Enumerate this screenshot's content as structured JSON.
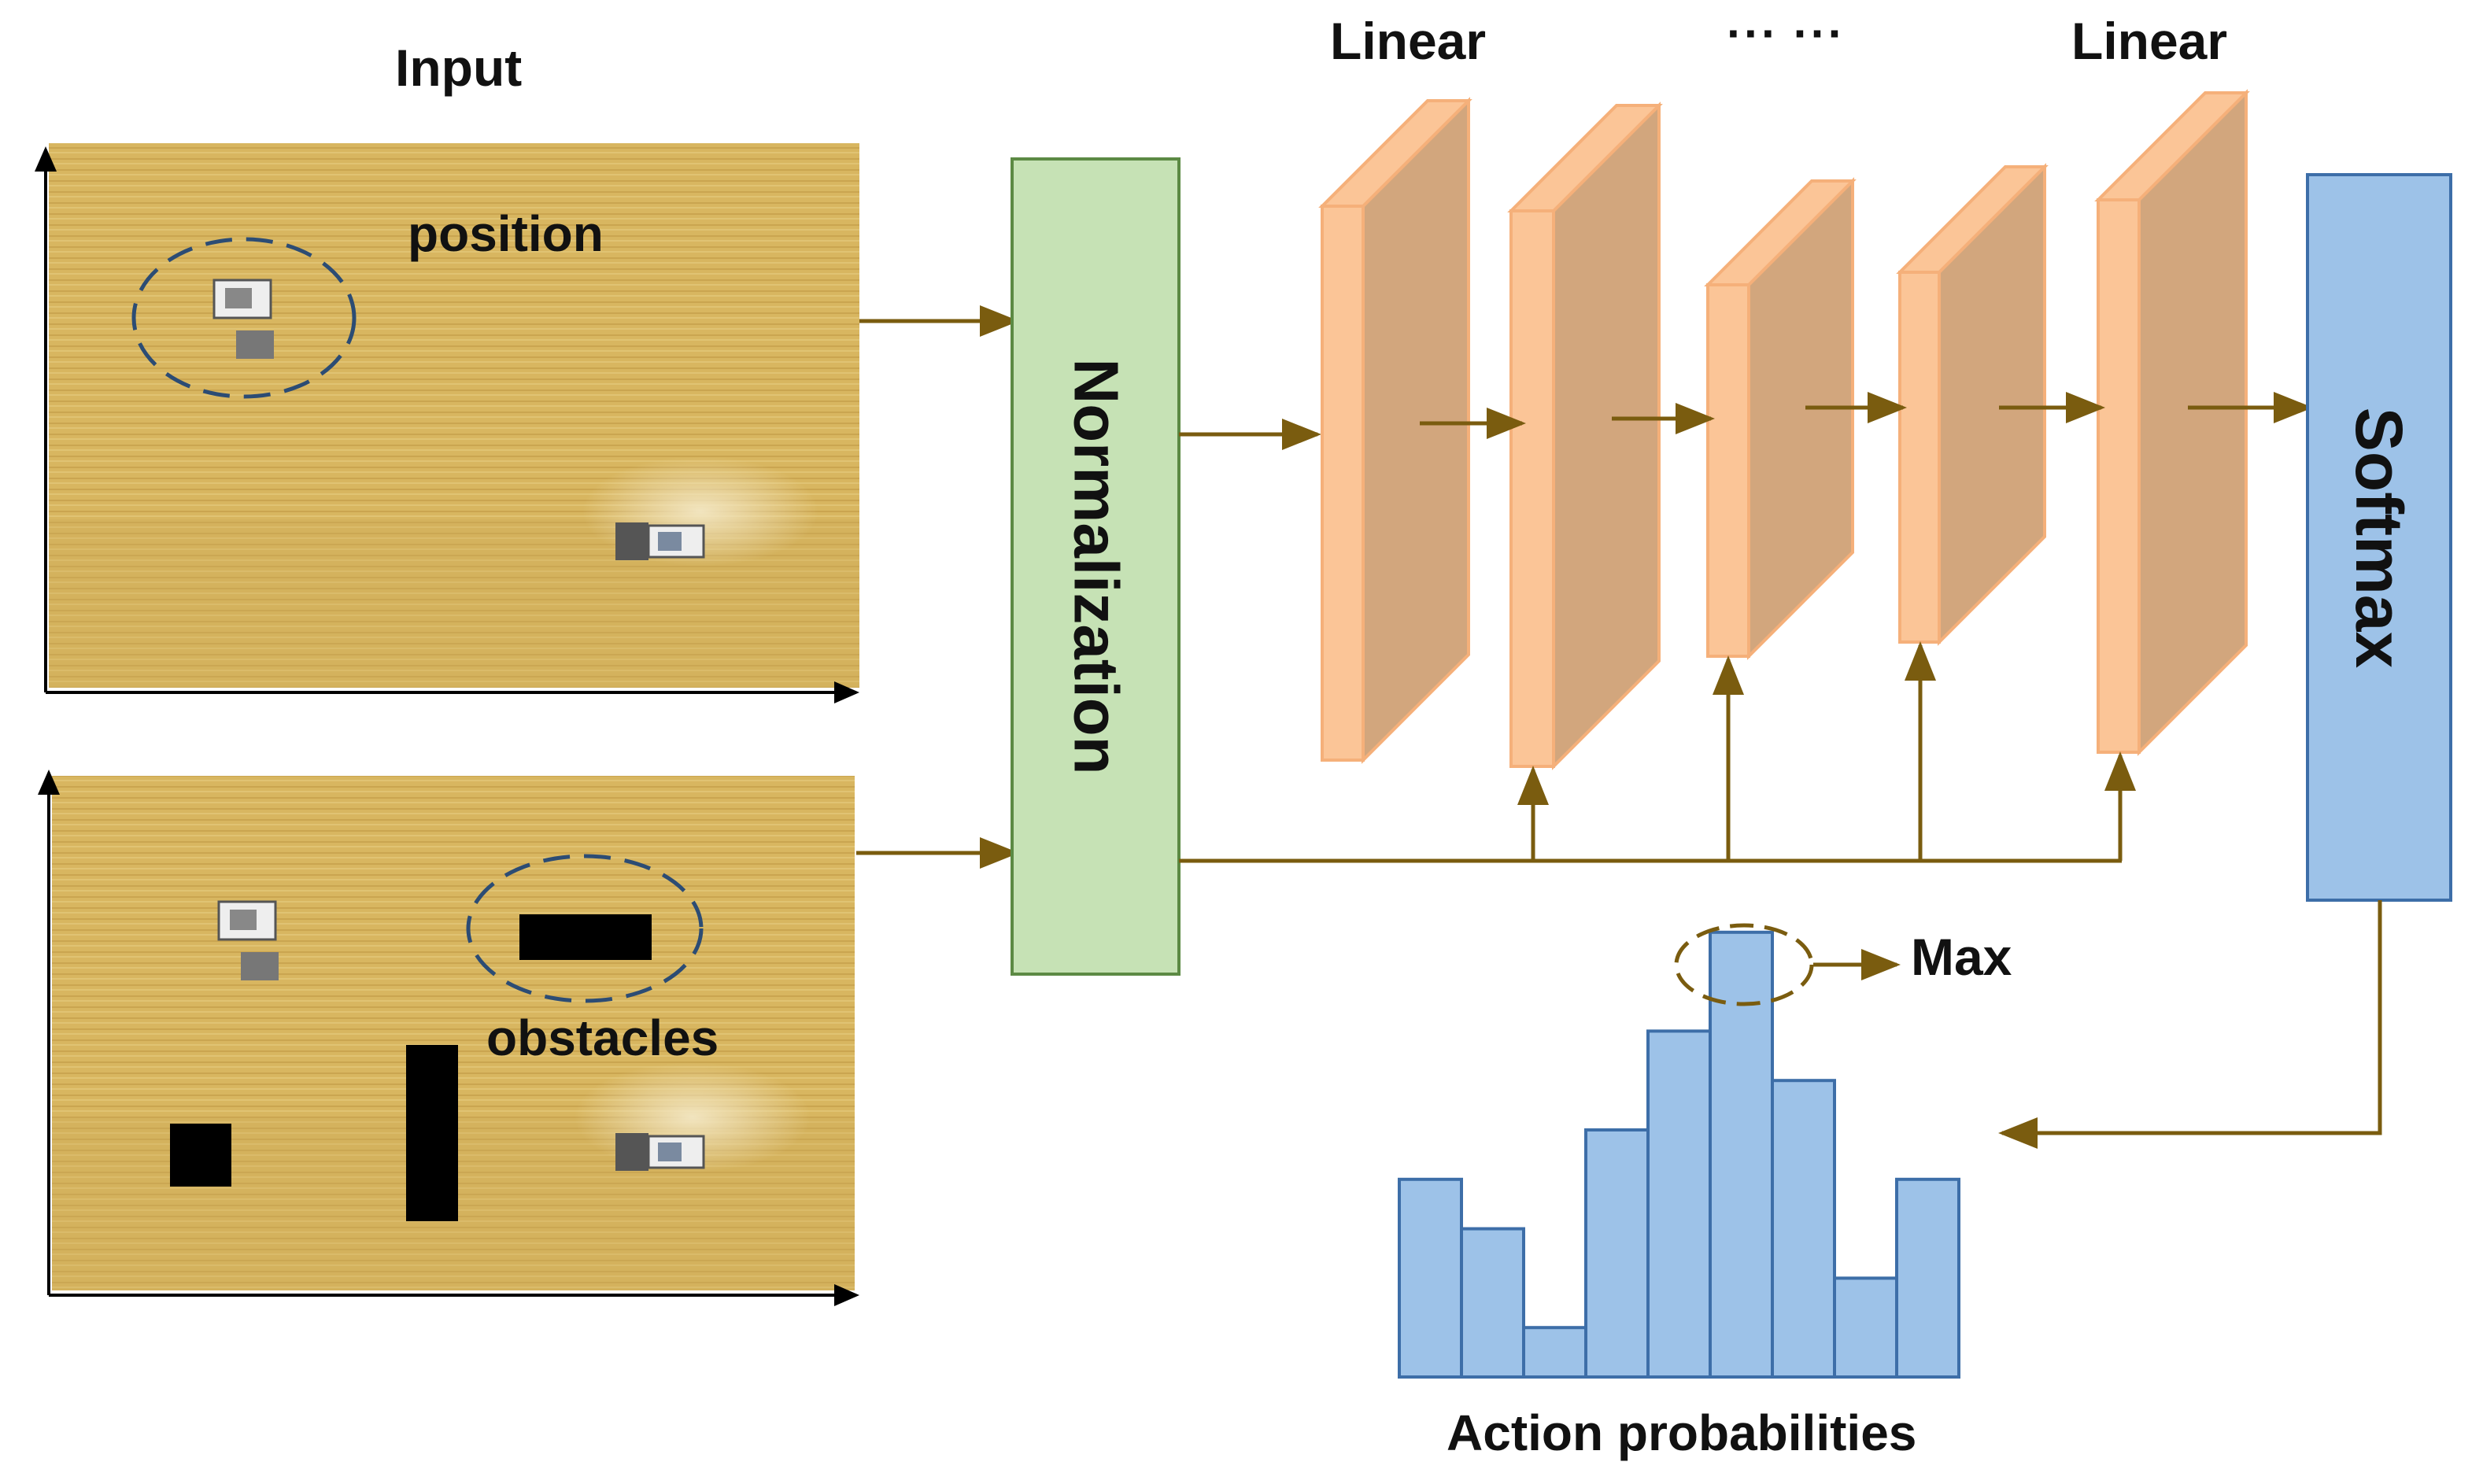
{
  "diagram": {
    "input_title": "Input",
    "position_label": "position",
    "obstacles_label": "obstacles",
    "normalization_label": "Normalization",
    "softmax_label": "Softmax",
    "linear_labels": [
      "Linear",
      "Linear"
    ],
    "ellipsis_label": "··· ···",
    "max_label": "Max",
    "histogram_title": "Action probabilities",
    "histogram_values": [
      4,
      3,
      1,
      5,
      7,
      9,
      6,
      2,
      4
    ]
  },
  "colors": {
    "arrow": "#7a5c0f",
    "field": "#d8b660",
    "normalization_fill": "#c6e2b5",
    "normalization_stroke": "#5c8a44",
    "softmax_fill": "#9dc2e8",
    "softmax_stroke": "#3d6ea8",
    "layer_front": "#fbc597",
    "layer_side": "#d2a67d",
    "layer_stroke": "#f5b07a",
    "ellipse": "#2c4c74"
  }
}
